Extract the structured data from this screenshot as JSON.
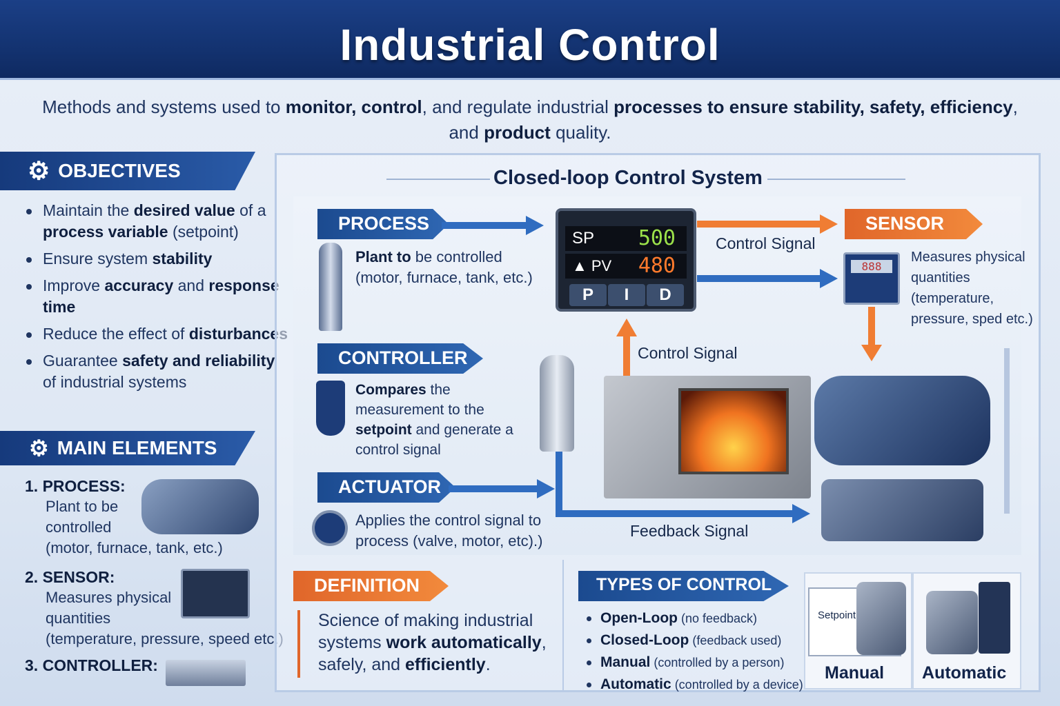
{
  "header": {
    "title": "Industrial Control"
  },
  "subtitle": [
    [
      "Methods and systems used to ",
      0
    ],
    [
      "monitor, control",
      1
    ],
    [
      ", and regulate industrial ",
      0
    ],
    [
      "processes to ensure stability, safety, efficiency",
      1
    ],
    [
      ", and ",
      0
    ],
    [
      "product",
      1
    ],
    [
      " quality.",
      0
    ]
  ],
  "objectives": {
    "title": "OBJECTIVES",
    "items": [
      [
        [
          "Maintain the ",
          0
        ],
        [
          "desired value",
          1
        ],
        [
          " of a ",
          0
        ],
        [
          "process variable",
          1
        ],
        [
          " (setpoint)",
          0
        ]
      ],
      [
        [
          "Ensure system ",
          0
        ],
        [
          "stability",
          1
        ]
      ],
      [
        [
          "Improve ",
          0
        ],
        [
          "accuracy",
          1
        ],
        [
          " and ",
          0
        ],
        [
          "response time",
          1
        ]
      ],
      [
        [
          "Reduce the effect of ",
          0
        ],
        [
          "disturbances",
          1
        ]
      ],
      [
        [
          "Guarantee ",
          0
        ],
        [
          "safety and reliability",
          1
        ],
        [
          " of industrial systems",
          0
        ]
      ]
    ]
  },
  "main_elements": {
    "title": "MAIN ELEMENTS",
    "items": [
      {
        "head": "1. PROCESS:",
        "text": "Plant to be controlled (motor, furnace, tank, etc.)"
      },
      {
        "head": "2. SENSOR:",
        "text": "Measures physical quantities (temperature, pressure, speed etc.)"
      },
      {
        "head": "3. CONTROLLER:",
        "text": ""
      }
    ]
  },
  "diagram": {
    "title": "Closed-loop Control System",
    "process": {
      "label": "PROCESS",
      "text": [
        [
          "Plant to",
          1
        ],
        [
          " be controlled (motor, furnace, tank, etc.)",
          0
        ]
      ]
    },
    "controller": {
      "label": "CONTROLLER",
      "text": [
        [
          "Compares",
          1
        ],
        [
          " the measurement to the ",
          0
        ],
        [
          "setpoint",
          1
        ],
        [
          " and generate a control signal",
          0
        ]
      ]
    },
    "actuator": {
      "label": "ACTUATOR",
      "text": [
        [
          "Applies the control signal",
          0
        ],
        [
          " to process (valve, motor, etc).)",
          0
        ]
      ]
    },
    "sensor": {
      "label": "SENSOR",
      "text": [
        [
          "Measures",
          0
        ],
        [
          " physical quantities (temperature, pressure, sped etc.)",
          0
        ]
      ]
    },
    "control_signal_1": "Control Signal",
    "control_signal_2": "Control Signal",
    "feedback_signal": "Feedback Signal",
    "pid": {
      "sp_label": "SP",
      "sp_value": "500",
      "pv_label": "▲ PV",
      "pv_value": "480",
      "buttons": [
        "P",
        "I",
        "D"
      ]
    },
    "sensor_display": "888"
  },
  "definition": {
    "label": "DEFINITION",
    "text": [
      [
        "Science of making industrial systems ",
        0
      ],
      [
        "work automatically",
        1
      ],
      [
        ", safely, and ",
        0
      ],
      [
        "efficiently",
        1
      ],
      [
        ".",
        0
      ]
    ]
  },
  "types": {
    "label": "TYPES OF CONTROL",
    "items": [
      [
        [
          "Open-Loop",
          1
        ],
        [
          " (no feedback)",
          0
        ]
      ],
      [
        [
          "Closed-Loop",
          1
        ],
        [
          " (feedback used)",
          0
        ]
      ],
      [
        [
          "Manual",
          1
        ],
        [
          " (controlled by a person)",
          0
        ]
      ],
      [
        [
          "Automatic",
          1
        ],
        [
          " (controlled by a device)",
          0
        ]
      ]
    ],
    "manual_label": "Manual",
    "automatic_label": "Automatic",
    "setpoint_label": "Setpoint"
  },
  "colors": {
    "navy": "#143473",
    "orange": "#f07d33",
    "blue": "#2f6cc0"
  }
}
